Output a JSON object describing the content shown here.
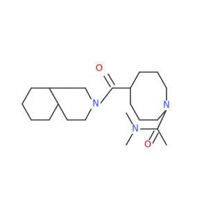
{
  "molecule": {
    "atoms": {
      "n_ring": {
        "symbol": "N",
        "color": "#3050f8"
      },
      "n_amide": {
        "symbol": "N",
        "color": "#3050f8"
      },
      "n_pip": {
        "symbol": "N",
        "color": "#3050f8"
      },
      "n_dimethyl": {
        "symbol": "N",
        "color": "#3050f8"
      },
      "o_top": {
        "symbol": "O",
        "color": "#ff0d0d"
      },
      "o_bottom": {
        "symbol": "O",
        "color": "#ff0d0d"
      }
    },
    "bond_color": "#3a3a3a",
    "background": "#ffffff"
  }
}
